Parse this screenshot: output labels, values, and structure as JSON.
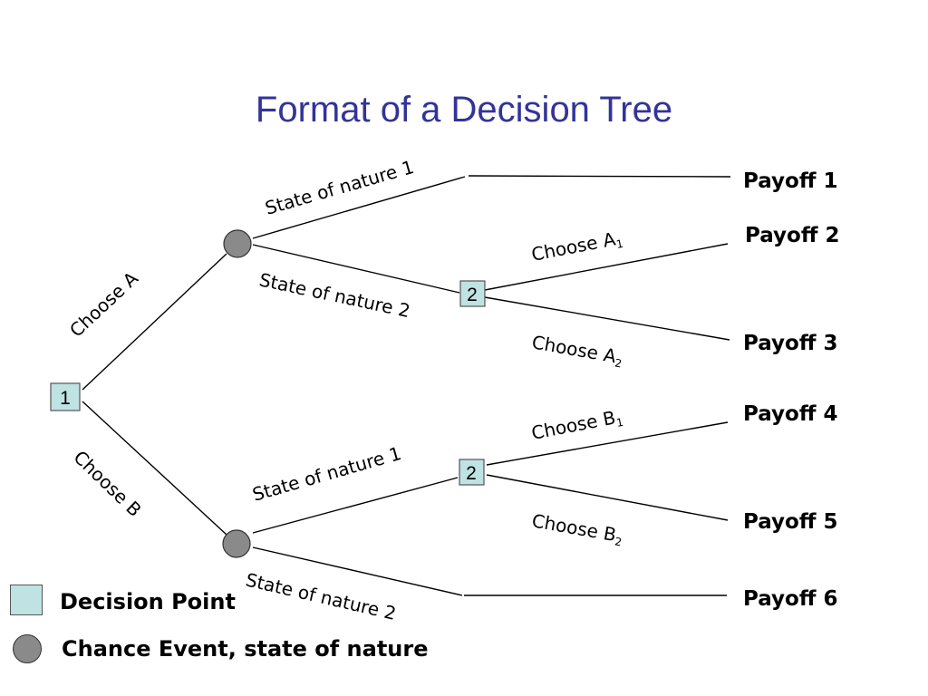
{
  "title": "Format of a Decision Tree",
  "colors": {
    "title": "#333399",
    "decision_fill": "#bfe2e2",
    "chance_fill": "#8a8a8a",
    "line": "#000000"
  },
  "nodes": {
    "root": "1",
    "decision_upper": "2",
    "decision_lower": "2"
  },
  "branches": {
    "choose_a": "Choose A",
    "choose_b": "Choose B",
    "upper_state_1": "State of nature 1",
    "upper_state_2": "State of nature 2",
    "lower_state_1": "State of nature 1",
    "lower_state_2": "State of nature 2",
    "a1": {
      "base": "Choose A",
      "sub": "1"
    },
    "a2": {
      "base": "Choose A",
      "sub": "2"
    },
    "b1": {
      "base": "Choose B",
      "sub": "1"
    },
    "b2": {
      "base": "Choose B",
      "sub": "2"
    }
  },
  "payoffs": [
    "Payoff 1",
    "Payoff 2",
    "Payoff 3",
    "Payoff 4",
    "Payoff 5",
    "Payoff 6"
  ],
  "legend": {
    "decision": "Decision Point",
    "chance": "Chance Event, state of nature"
  }
}
